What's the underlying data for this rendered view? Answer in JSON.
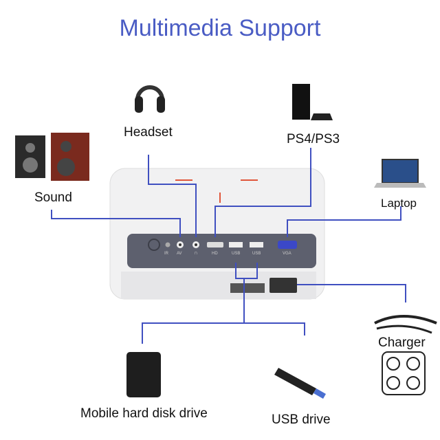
{
  "title": "Multimedia Support",
  "devices": {
    "headset": "Headset",
    "ps": "PS4/PS3",
    "sound": "Sound",
    "laptop": "Laptop",
    "charger": "Charger",
    "hdd": "Mobile hard disk drive",
    "usb_drive": "USB drive"
  },
  "ports": [
    "IR",
    "AV",
    "∩",
    "HD",
    "USB",
    "USB",
    "VGA"
  ],
  "colors": {
    "accent": "#4a5cc4",
    "line": "#3f4fc0",
    "panel": "#5d606e"
  }
}
